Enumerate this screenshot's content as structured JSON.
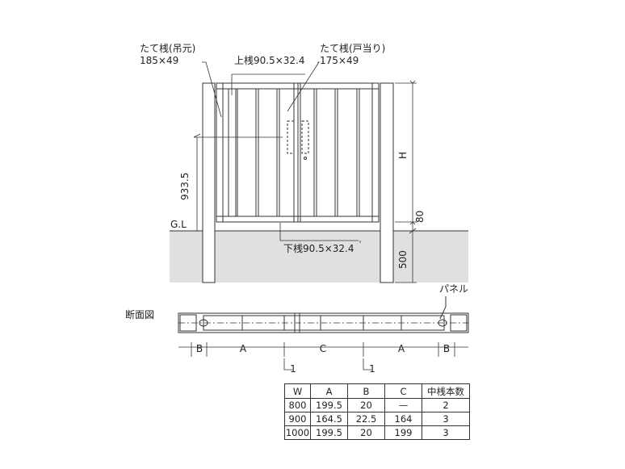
{
  "labels": {
    "hanging_stile": "たて桟(吊元)",
    "hanging_stile_size": "185×49",
    "top_rail": "上桟90.5×32.4",
    "latch_stile": "たて桟(戸当り)",
    "latch_stile_size": "175×49",
    "bottom_rail": "下桟90.5×32.4",
    "ground_line": "G.L",
    "panel": "パネル",
    "section_view": "断面図"
  },
  "dimensions": {
    "height_933": "933.5",
    "h": "H",
    "gap_80": "80",
    "depth_500": "500",
    "b_left": "B",
    "a_left": "A",
    "c_center": "C",
    "a_right": "A",
    "b_right": "B",
    "marker_1_left": "1",
    "marker_1_right": "1"
  },
  "table": {
    "headers": [
      "W",
      "A",
      "B",
      "C",
      "中桟本数"
    ],
    "rows": [
      [
        "800",
        "199.5",
        "20",
        "—",
        "2"
      ],
      [
        "900",
        "164.5",
        "22.5",
        "164",
        "3"
      ],
      [
        "1000",
        "199.5",
        "20",
        "199",
        "3"
      ]
    ]
  },
  "colors": {
    "ground": "#e0e0e0",
    "line": "#333333"
  }
}
